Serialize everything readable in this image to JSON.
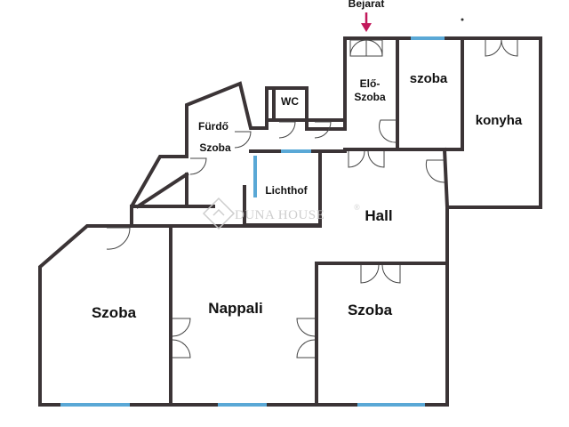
{
  "labels": {
    "entrance": "Bejarat",
    "eloszoba_line1": "Elő-",
    "eloszoba_line2": "Szoba",
    "szoba_small": "szoba",
    "konyha": "konyha",
    "wc": "WC",
    "furdo_line1": "Fürdő",
    "furdo_line2": "Szoba",
    "lichthof": "Lichthof",
    "hall": "Hall",
    "szoba_left": "Szoba",
    "nappali": "Nappali",
    "szoba_right": "Szoba"
  },
  "watermark": {
    "text": "DUNA HOUSE",
    "mark": "®"
  },
  "colors": {
    "wall": "#3b3436",
    "window": "#5aa8d6",
    "entrance_arrow": "#c2185b",
    "watermark": "#c9c9c9"
  }
}
